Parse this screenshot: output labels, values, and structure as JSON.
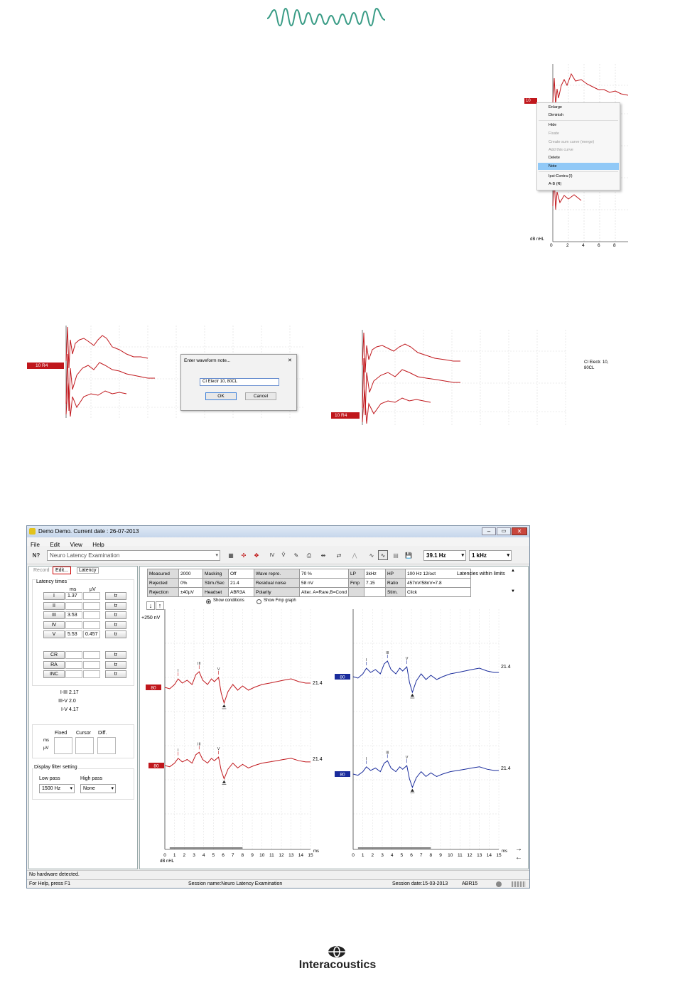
{
  "fig1": {
    "level_tag": "10",
    "xaxis_unit": "dB nHL",
    "xticks": [
      "0",
      "2",
      "4",
      "6",
      "8"
    ],
    "context_menu": [
      "Enlarge",
      "Diminish",
      "Hide",
      "Fixate",
      "Create sum curve (merge)",
      "Add this curve",
      "Delete",
      "Note",
      "Ipsi-Contra (I)",
      "A-B (R)"
    ]
  },
  "fig2": {
    "level_tag": "10 R4",
    "dialog": {
      "title": "Enter waveform note...",
      "value": "CI Electr 10, 80CL",
      "ok": "OK",
      "cancel": "Cancel",
      "close": "✕"
    }
  },
  "fig3": {
    "level_tag": "10 R4",
    "note": "CI Electr. 10,\n80CL"
  },
  "app": {
    "title": "Demo Demo. Current date : 26-07-2013",
    "menu": [
      "File",
      "Edit",
      "View",
      "Help"
    ],
    "help_icon": "N?",
    "protocol": "Neuro Latency Examination",
    "rate": "39.1 Hz",
    "freq": "1 kHz",
    "tabs": [
      "Record",
      "Edit...",
      "Latency"
    ],
    "latency_times_title": "Latency times",
    "col_ms": "ms",
    "col_uv": "µV",
    "waves": [
      {
        "label": "I",
        "ms": "1.37",
        "uv": ""
      },
      {
        "label": "II",
        "ms": "",
        "uv": ""
      },
      {
        "label": "III",
        "ms": "3.53",
        "uv": ""
      },
      {
        "label": "IV",
        "ms": "",
        "uv": ""
      },
      {
        "label": "V",
        "ms": "5.53",
        "uv": "0.457"
      }
    ],
    "extra": [
      {
        "label": "CR"
      },
      {
        "label": "RA"
      },
      {
        "label": "INC"
      }
    ],
    "tr_label": "tr",
    "intervals": [
      {
        "label": "I-III",
        "value": "2.17"
      },
      {
        "label": "III-V",
        "value": "2.0"
      },
      {
        "label": "I-V",
        "value": "4.17"
      }
    ],
    "cursor_headers": [
      "Fixed",
      "Cursor",
      "Diff."
    ],
    "cursor_rows": [
      "ms",
      "µV"
    ],
    "filter_title": "Display filter setting",
    "low_pass_label": "Low pass",
    "high_pass_label": "High pass",
    "low_pass": "1500 Hz",
    "high_pass": "None",
    "info": [
      [
        "Measured",
        "2000",
        "Masking",
        "Off",
        "Wave repro.",
        "70 %",
        "LP",
        "3kHz",
        "HP",
        "100 Hz 12/oct"
      ],
      [
        "Rejected",
        "0%",
        "Stim./Sec",
        "21.4",
        "Residual noise",
        "58 nV",
        "Fmp",
        "7.15",
        "Ratio",
        "457nV/58nV=7.8"
      ],
      [
        "Rejection",
        "±40µV",
        "Headset",
        "ABR3A",
        "Polarity",
        "Alter. A=Rare,B=Cond",
        "",
        "",
        "Stim.",
        "Click"
      ]
    ],
    "info_note": "Latencies within limits",
    "radio1": "Show conditions",
    "radio2": "Show Fmp graph",
    "scale": "+250 nV",
    "left_tags": [
      "80",
      "80"
    ],
    "right_tags": [
      "80",
      "80"
    ],
    "rate_label": "21.4",
    "xticks": [
      "0",
      "1",
      "2",
      "3",
      "4",
      "5",
      "6",
      "7",
      "8",
      "9",
      "10",
      "11",
      "12",
      "13",
      "14",
      "15"
    ],
    "x_unit": "ms",
    "x_level": "dB nHL",
    "status1": "No hardware detected.",
    "status2_left": "For Help, press F1",
    "status2_mid": "Session name:Neuro Latency Examination",
    "status2_right": "Session date:15-03-2013",
    "status2_code": "ABR15",
    "peak_labels": [
      "I",
      "III",
      "V"
    ]
  },
  "brand": "Interacoustics",
  "colors": {
    "red": "#c0171c",
    "blue": "#1a2c9c",
    "logo_green": "#3a9c86"
  }
}
